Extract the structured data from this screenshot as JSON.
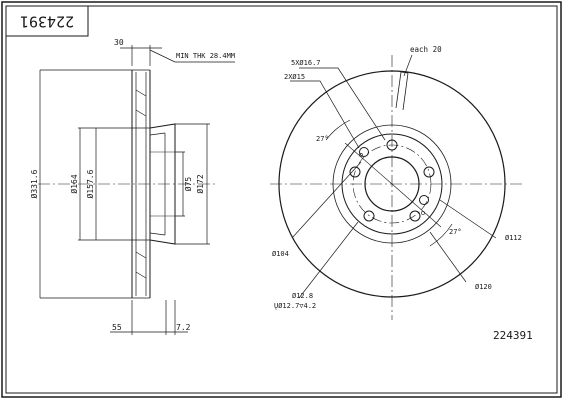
{
  "part_number": "224391",
  "dims": {
    "thickness": "30",
    "min_thk": "MIN THK 28.4MM",
    "d_outer": "Ø331.6",
    "d_164": "Ø164",
    "d_157": "Ø157.6",
    "d_75": "Ø75",
    "d_172": "Ø172",
    "hat_height": "55",
    "hat_thk": "7.2",
    "bolt_holes": "5XØ16.7",
    "aux_holes": "2XØ15",
    "vanes": "each 20",
    "angle_top": "27°",
    "angle_bottom": "27°",
    "d_104": "Ø104",
    "d_112": "Ø112",
    "d_120": "Ø120",
    "hole_dia": "Ø12.8",
    "hole_depth": "ŲØ12.7▽4.2"
  }
}
